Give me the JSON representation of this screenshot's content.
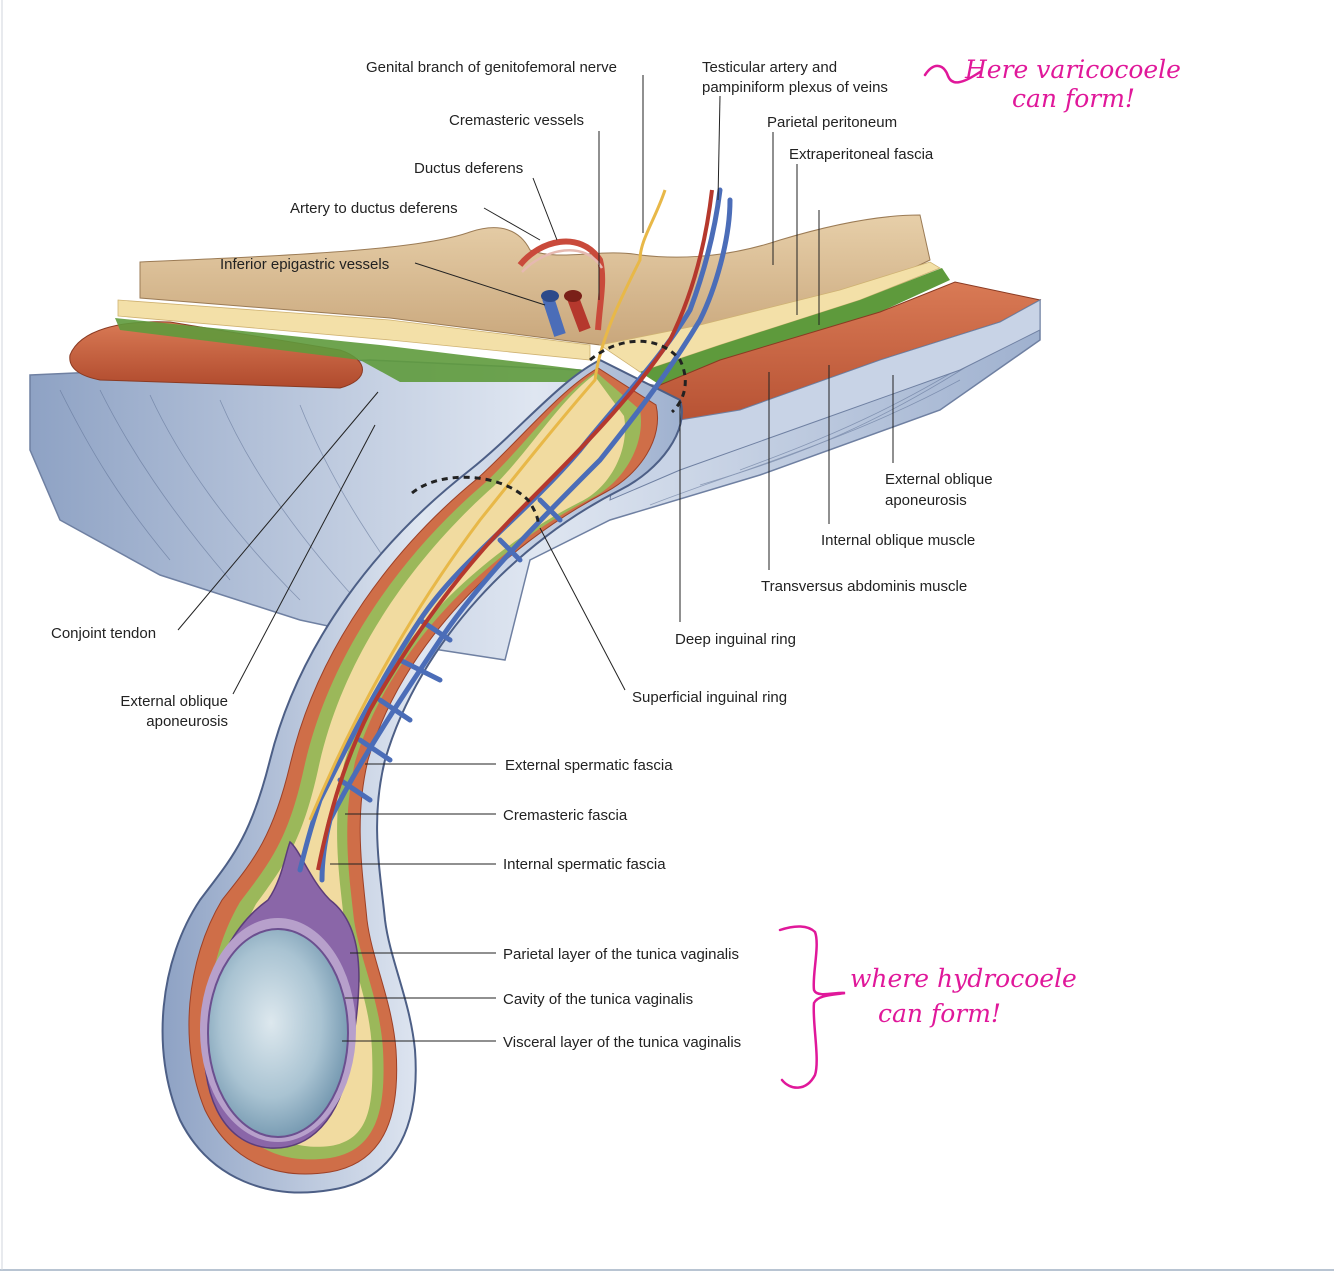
{
  "colors": {
    "annotation": "#e0189a",
    "fascia_blue": "#b9c6da",
    "muscle_red": "#c7603c",
    "fat_yellow": "#f3e0a8",
    "green_layer": "#5e9a3c",
    "peritoneum": "#d9bc93",
    "tunica_purple": "#8a66a8",
    "testis_blue": "#9cb7c8",
    "vein_blue": "#4b6db8",
    "artery_red": "#b5382d",
    "nerve_yellow": "#e8b848"
  },
  "labels": {
    "genital_branch": "Genital branch of genitofemoral nerve",
    "testicular_artery_1": "Testicular artery and",
    "testicular_artery_2": "pampiniform plexus of veins",
    "cremasteric_vessels": "Cremasteric vessels",
    "parietal_peritoneum": "Parietal peritoneum",
    "ductus_deferens": "Ductus deferens",
    "extraperitoneal_fascia": "Extraperitoneal fascia",
    "artery_to_ductus": "Artery to ductus deferens",
    "inferior_epigastric": "Inferior epigastric vessels",
    "external_oblique_right_1": "External oblique",
    "external_oblique_right_2": "aponeurosis",
    "internal_oblique": "Internal oblique muscle",
    "transversus": "Transversus abdominis muscle",
    "conjoint_tendon": "Conjoint tendon",
    "deep_ring": "Deep inguinal ring",
    "external_oblique_left_1": "External oblique",
    "external_oblique_left_2": "aponeurosis",
    "superficial_ring": "Superficial inguinal ring",
    "external_spermatic": "External spermatic fascia",
    "cremasteric_fascia": "Cremasteric fascia",
    "internal_spermatic": "Internal spermatic fascia",
    "parietal_tunica": "Parietal layer of the tunica vaginalis",
    "cavity_tunica": "Cavity of the tunica vaginalis",
    "visceral_tunica": "Visceral layer of the tunica vaginalis"
  },
  "annotations": {
    "varicocele_1": "Here varicocoele",
    "varicocele_2": "can form!",
    "hydrocele_1": "where hydrocoele",
    "hydrocele_2": "can form!"
  }
}
